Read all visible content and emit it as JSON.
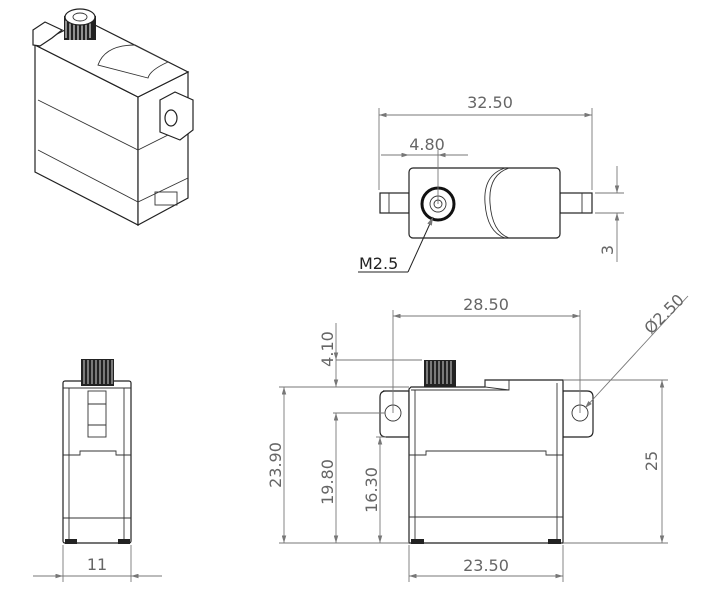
{
  "drawing": {
    "views": [
      "isometric",
      "top",
      "side",
      "front"
    ],
    "dimensions": {
      "top_overall_width": "32.50",
      "top_shaft_offset": "4.80",
      "top_tab_thickness": "3",
      "thread_callout": "M2.5",
      "front_hole_spacing": "28.50",
      "front_hole_diameter": "Ø2.50",
      "front_body_height": "25",
      "front_body_width": "23.50",
      "front_total_height": "23.90",
      "front_hole_to_bottom": "19.80",
      "front_tab_bottom_height": "16.30",
      "front_spline_height": "4.10",
      "side_width": "11"
    }
  }
}
